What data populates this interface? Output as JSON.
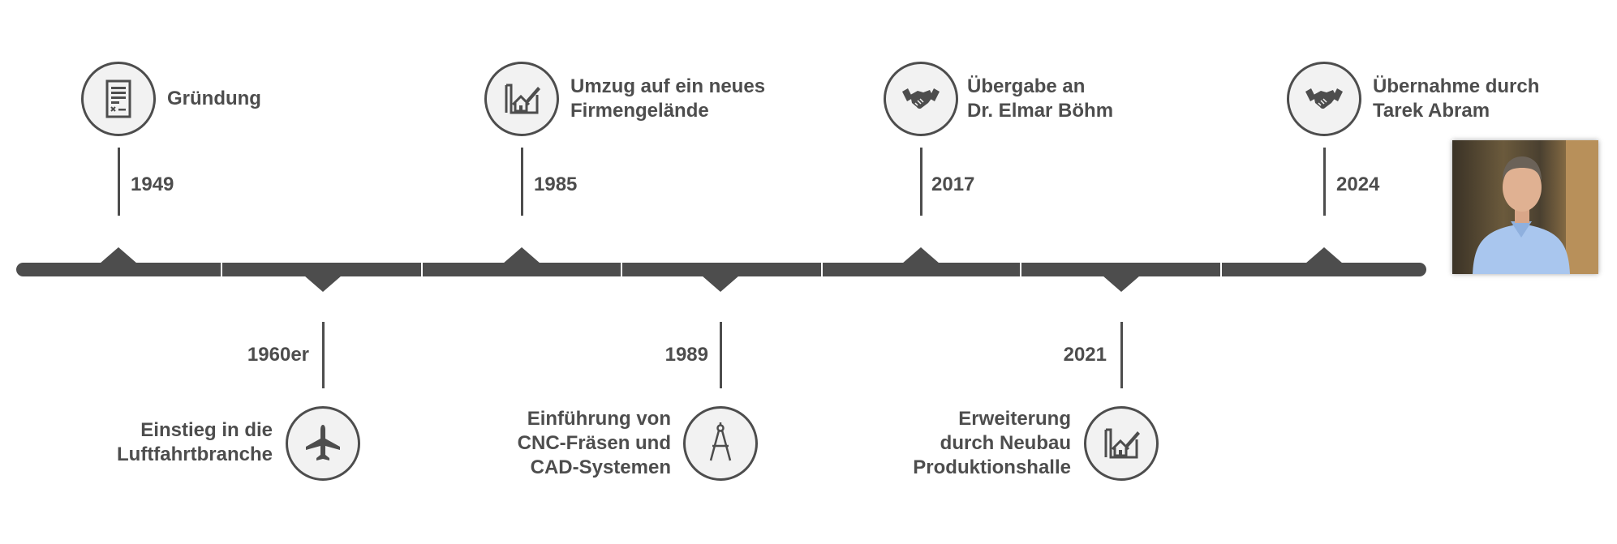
{
  "colors": {
    "primary": "#4d4d4d",
    "circle_fill": "#f2f2f2"
  },
  "events": [
    {
      "year": "1949",
      "title": [
        "Gründung"
      ],
      "icon": "document-icon",
      "position": "top"
    },
    {
      "year": "1960er",
      "title": [
        "Einstieg in die",
        "Luftfahrtbranche"
      ],
      "icon": "airplane-icon",
      "position": "bottom"
    },
    {
      "year": "1985",
      "title": [
        "Umzug auf ein neues",
        "Firmengelände"
      ],
      "icon": "blueprint-house-icon",
      "position": "top"
    },
    {
      "year": "1989",
      "title": [
        "Einführung von",
        "CNC-Fräsen und",
        "CAD-Systemen"
      ],
      "icon": "compass-icon",
      "position": "bottom"
    },
    {
      "year": "2017",
      "title": [
        "Übergabe an",
        "Dr. Elmar Böhm"
      ],
      "icon": "handshake-icon",
      "position": "top"
    },
    {
      "year": "2021",
      "title": [
        "Erweiterung",
        "durch Neubau",
        "Produktionshalle"
      ],
      "icon": "blueprint-house-icon",
      "position": "bottom"
    },
    {
      "year": "2024",
      "title": [
        "Übernahme durch",
        "Tarek Abram"
      ],
      "icon": "handshake-icon",
      "position": "top"
    }
  ]
}
